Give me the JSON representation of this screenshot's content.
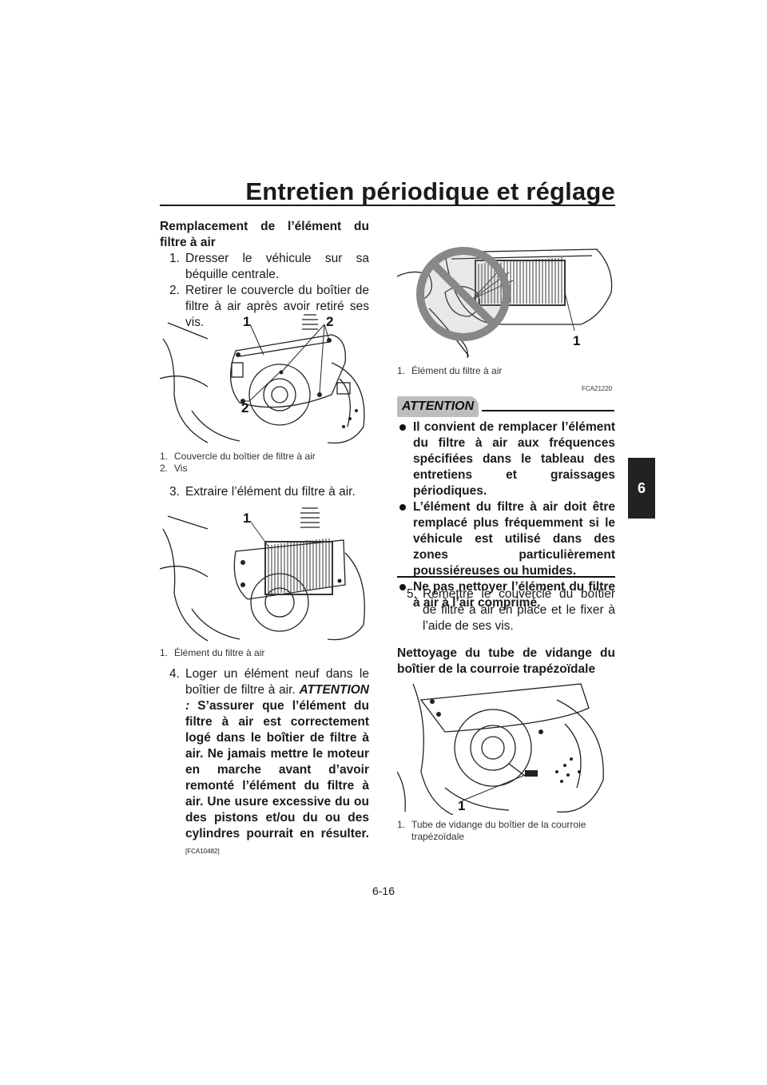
{
  "header": {
    "title": "Entretien périodique et réglage"
  },
  "chapter_tab": "6",
  "left": {
    "heading": "Remplacement de l’élément du filtre à air",
    "step1": {
      "num": "1.",
      "text": "Dresser le véhicule sur sa béquille centrale."
    },
    "step2": {
      "num": "2.",
      "text": "Retirer le couvercle du boîtier de filtre à air après avoir retiré ses vis."
    },
    "fig1": {
      "callouts": [
        "1",
        "2",
        "2"
      ],
      "captions": [
        {
          "num": "1.",
          "text": "Couvercle du boîtier de filtre à air"
        },
        {
          "num": "2.",
          "text": "Vis"
        }
      ]
    },
    "step3": {
      "num": "3.",
      "text": "Extraire l’élément du filtre à air."
    },
    "fig2": {
      "callouts": [
        "1"
      ],
      "captions": [
        {
          "num": "1.",
          "text": "Élément du filtre à air"
        }
      ]
    },
    "step4": {
      "num": "4.",
      "text": "Loger un élément neuf dans le boîtier de filtre à air.",
      "attention_label": "ATTENTION :",
      "attention_text": "S’assurer que l’élément du filtre à air est correctement logé dans le boîtier de filtre à air. Ne jamais mettre le moteur en marche avant d’avoir remonté l’élément du filtre à air. Une usure excessive du ou des pistons et/ou du ou des cylindres pourrait en résulter.",
      "code": "[FCA10482]"
    }
  },
  "right": {
    "fig3": {
      "callouts": [
        "1"
      ],
      "captions": [
        {
          "num": "1.",
          "text": "Élément du filtre à air"
        }
      ]
    },
    "attention": {
      "label": "ATTENTION",
      "code": "FCA21220",
      "bullets": [
        "Il convient de remplacer l’élément du filtre à air aux fréquences spécifiées dans le tableau des entretiens et graissages périodiques.",
        "L’élément du filtre à air doit être remplacé plus fréquemment si le véhicule est utilisé dans des zones particulièrement poussiéreuses ou humides.",
        "Ne pas nettoyer l’élément du filtre à air à l’air comprimé."
      ]
    },
    "step5": {
      "num": "5.",
      "text": "Remettre le couvercle du boîtier de filtre à air en place et le fixer à l’aide de ses vis."
    },
    "heading2": "Nettoyage du tube de vidange du boîtier de la courroie trapézoïdale",
    "fig4": {
      "callouts": [
        "1"
      ],
      "captions": [
        {
          "num": "1.",
          "text": "Tube de vidange du boîtier de la courroie trapézoïdale"
        }
      ]
    }
  },
  "footer": {
    "page": "6-16"
  }
}
